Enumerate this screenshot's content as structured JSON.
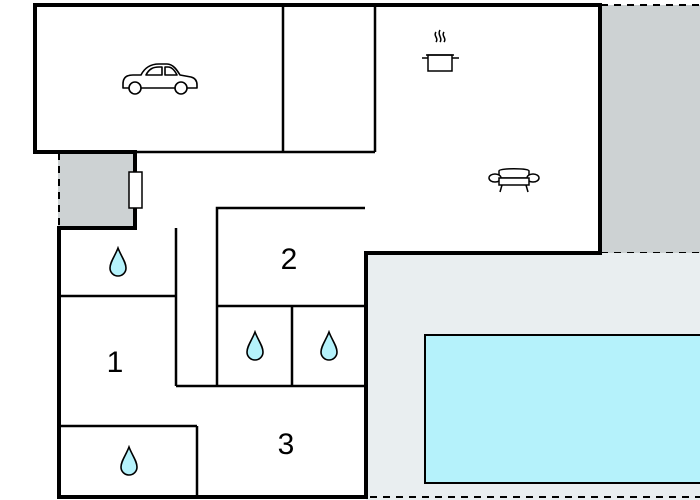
{
  "floorplan": {
    "rooms": [
      {
        "id": "1",
        "label": "1"
      },
      {
        "id": "2",
        "label": "2"
      },
      {
        "id": "3",
        "label": "3"
      }
    ],
    "icons": [
      "car-icon",
      "cooking-pot-icon",
      "sofa-icon",
      "water-drop-icon"
    ],
    "colors": {
      "wall": "#000000",
      "terrace": "#cdd2d3",
      "pool_deck": "#e9eef0",
      "pool": "#b5f2fb",
      "room": "#ffffff"
    }
  }
}
